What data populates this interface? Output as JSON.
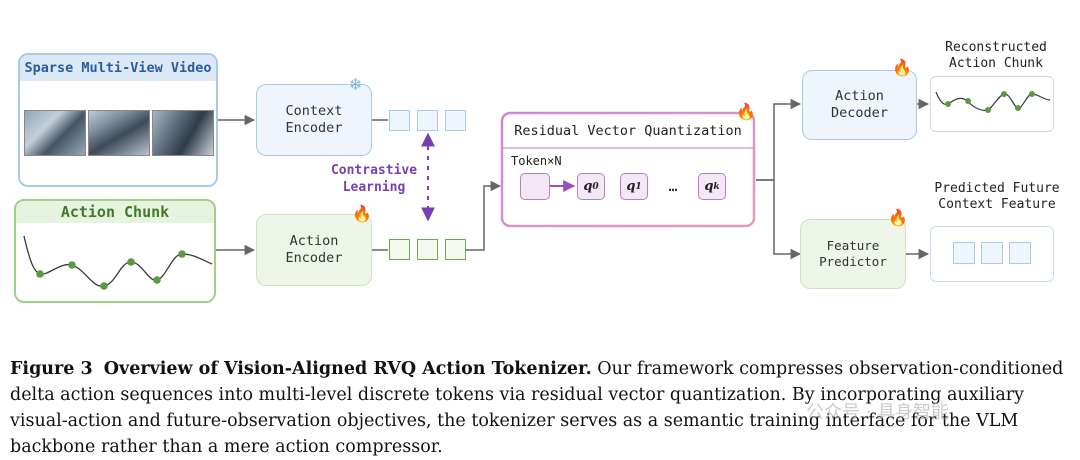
{
  "diagram": {
    "video_panel": {
      "title": "Sparse Multi-View Video"
    },
    "action_panel": {
      "title": "Action Chunk"
    },
    "context_encoder": {
      "label_line1": "Context",
      "label_line2": "Encoder",
      "icon": "snowflake-icon"
    },
    "action_encoder": {
      "label_line1": "Action",
      "label_line2": "Encoder",
      "icon": "fire-icon"
    },
    "contrastive": {
      "line1": "Contrastive",
      "line2": "Learning"
    },
    "rvq": {
      "title": "Residual Vector Quantization",
      "token_label": "Token×N",
      "codes": [
        "q0",
        "q1",
        "…",
        "qk"
      ],
      "code_main": [
        "q",
        "q",
        "q"
      ],
      "code_sub": [
        "0",
        "1",
        "k"
      ],
      "ellipsis": "…"
    },
    "action_decoder": {
      "label_line1": "Action",
      "label_line2": "Decoder"
    },
    "reconstructed": {
      "line1": "Reconstructed",
      "line2": "Action Chunk"
    },
    "feature_predictor": {
      "label_line1": "Feature",
      "label_line2": "Predictor"
    },
    "predicted": {
      "line1": "Predicted Future",
      "line2": "Context Feature"
    },
    "colors": {
      "blue_border": "#a9cbe8",
      "blue_fill": "#eef5fc",
      "green_border": "#9fd08a",
      "green_fill": "#eef6ea",
      "purple": "#7a3fb0",
      "pink_border": "#d98ad0",
      "arrow": "#666666"
    }
  },
  "caption": {
    "label": "Figure 3",
    "title": "Overview of Vision-Aligned RVQ Action Tokenizer.",
    "text": " Our framework compresses observation-conditioned delta action sequences into multi-level discrete tokens via residual vector quantization. By incorporating auxiliary visual-action and future-observation objectives, the tokenizer serves as a semantic training interface for the VLM backbone rather than a mere action compressor."
  },
  "watermark": {
    "text": "公众号 · 具身智能"
  }
}
